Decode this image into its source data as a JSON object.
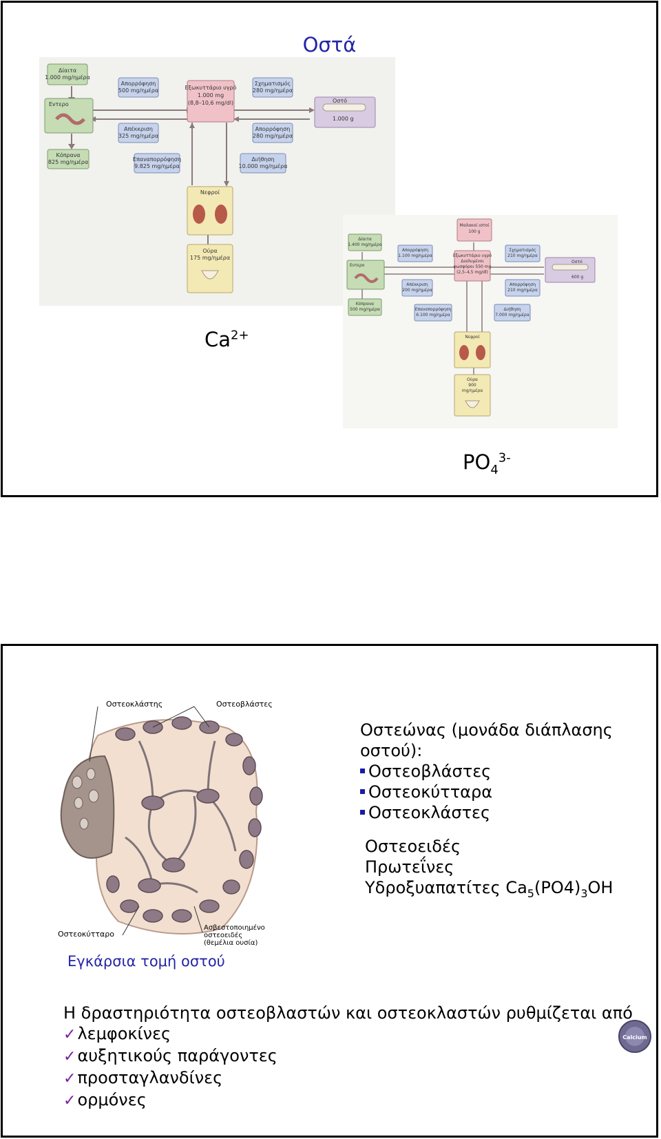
{
  "slide1": {
    "title": "Οστά",
    "ca_label": {
      "base": "Ca",
      "sup": "2+"
    },
    "po_label": {
      "base": "PO",
      "sub": "4",
      "sup": "3-"
    },
    "ca_diagram": {
      "diet": "Δίαιτα\n1.000 mg/ημέρα",
      "intestine": "Εντερο",
      "feces": "Κόπρανα\n825 mg/ημέρα",
      "absorption": "Απορρόφηση\n500 mg/ημέρα",
      "secretion": "Απέκκριση\n325 mg/ημέρα",
      "reabsorption": "Επαναπορρόφηση\n9.825 mg/ημέρα",
      "ecf": "Εξωκυττάριο υγρό\n1.000 mg\n(8,8–10,6 mg/dl)",
      "formation": "Σχηματισμός\n280 mg/ημέρα",
      "resorption": "Απορρόφηση\n280 mg/ημέρα",
      "filtration": "Διήθηση\n10.000 mg/ημέρα",
      "bone": "Οστό\n1.000 g",
      "kidneys": "Νεφροί",
      "urine": "Ούρα\n175 mg/ημέρα"
    },
    "po_diagram": {
      "diet": "Δίαιτα\n1.400 mg/ημέρα",
      "intestine": "Εντερο",
      "feces": "Κόπρανα\n500 mg/ημέρα",
      "absorption": "Απορρόφηση\n1.100 mg/ημέρα",
      "secretion": "Απέκκριση\n200 mg/ημέρα",
      "reabsorption": "Επαναπορρόφηση\n6.100 mg/ημέρα",
      "soft_tissue": "Μαλακοί ιστοί\n100 g",
      "ecf": "Εξωκυττάριο υγρό\nΔιαλυμένοι\nφωσφόροι 550 mg\n(2,5–4,5 mg/dl)",
      "formation": "Σχηματισμός\n210 mg/ημέρα",
      "resorption": "Απορρόφηση\n210 mg/ημέρα",
      "filtration": "Διήθηση\n7.000 mg/ημέρα",
      "bone": "Οστό\n600 g",
      "kidneys": "Νεφροί",
      "urine": "Ούρα\n900\nmg/ημέρα"
    }
  },
  "slide2": {
    "bone_labels": {
      "osteoclast": "Οστεοκλάστης",
      "osteoblasts": "Οστεοβλάστες",
      "osteocyte": "Οστεοκύτταρο",
      "matrix": "Ασβεστοποιημένο\nοστεοειδές\n(θεμέλια ουσία)"
    },
    "caption": "Εγκάρσια τομή οστού",
    "osteon_heading_1": "Οστεώνας (μονάδα διάπλασης",
    "osteon_heading_2": "οστού):",
    "cells": [
      "Οστεοβλάστες",
      "Οστεοκύτταρα",
      "Οστεοκλάστες"
    ],
    "osteoid": "Οστεοειδές",
    "proteins": "Πρωτεΐνες",
    "hydroxy": {
      "text": "Υδροξυαπατίτες ",
      "ca": "Ca",
      "ca_sub": "5",
      "mid": "(PO4)",
      "mid_sub": "3",
      "end": "OH"
    },
    "regulation": "Η δραστηριότητα οστεοβλαστών και οστεοκλαστών ρυθμίζεται από",
    "regulators": [
      "λεμφοκίνες",
      "αυξητικούς παράγοντες",
      "προσταγλανδίνες",
      "ορμόνες"
    ],
    "logo_text": "Calcium"
  },
  "colors": {
    "title_blue": "#2424a8",
    "green_box": "#c5dcb5",
    "blue_box": "#c7d3ec",
    "pink_box": "#f0c2c8",
    "purple_box": "#d8cbe2",
    "yellow_box": "#f3e9b4",
    "cell_purple": "#8e7a86",
    "matrix_bg": "#f2dfd0"
  }
}
